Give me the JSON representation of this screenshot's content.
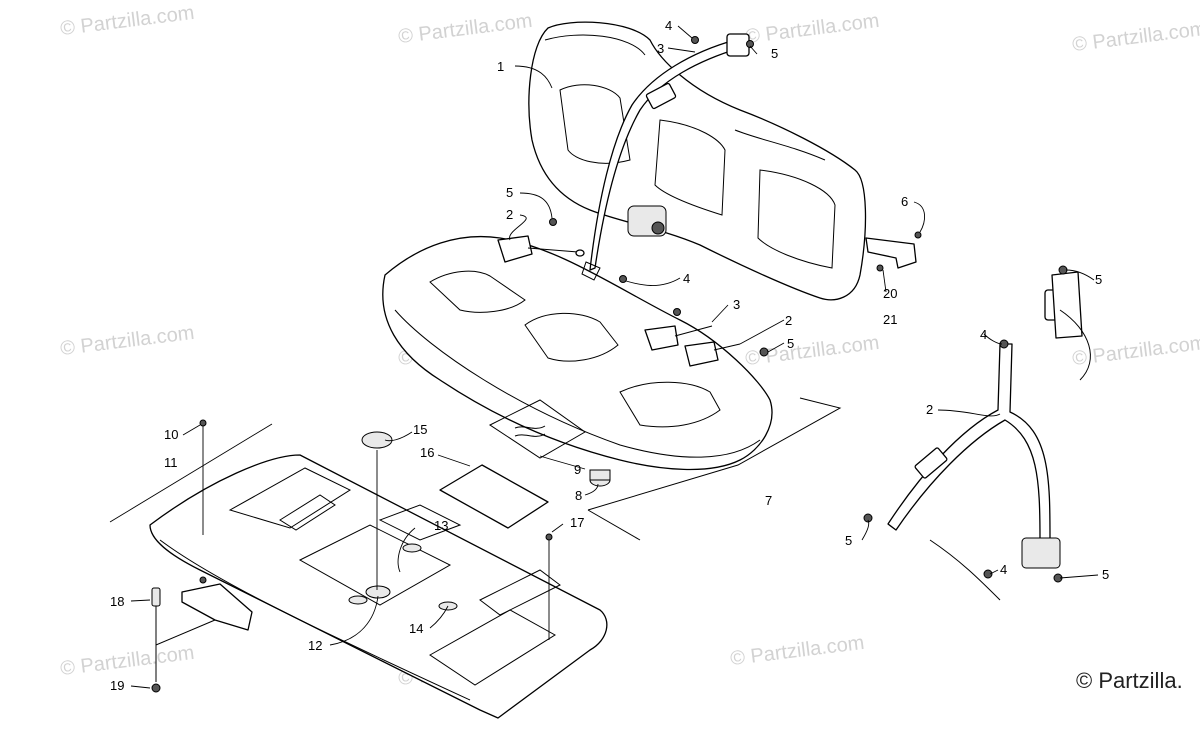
{
  "watermark": "© Partzilla.com",
  "brand": "© Partzilla.",
  "callouts": [
    "1",
    "2",
    "3",
    "4",
    "5",
    "6",
    "7",
    "8",
    "9",
    "10",
    "11",
    "12",
    "13",
    "14",
    "15",
    "16",
    "17",
    "18",
    "19",
    "20",
    "21"
  ]
}
